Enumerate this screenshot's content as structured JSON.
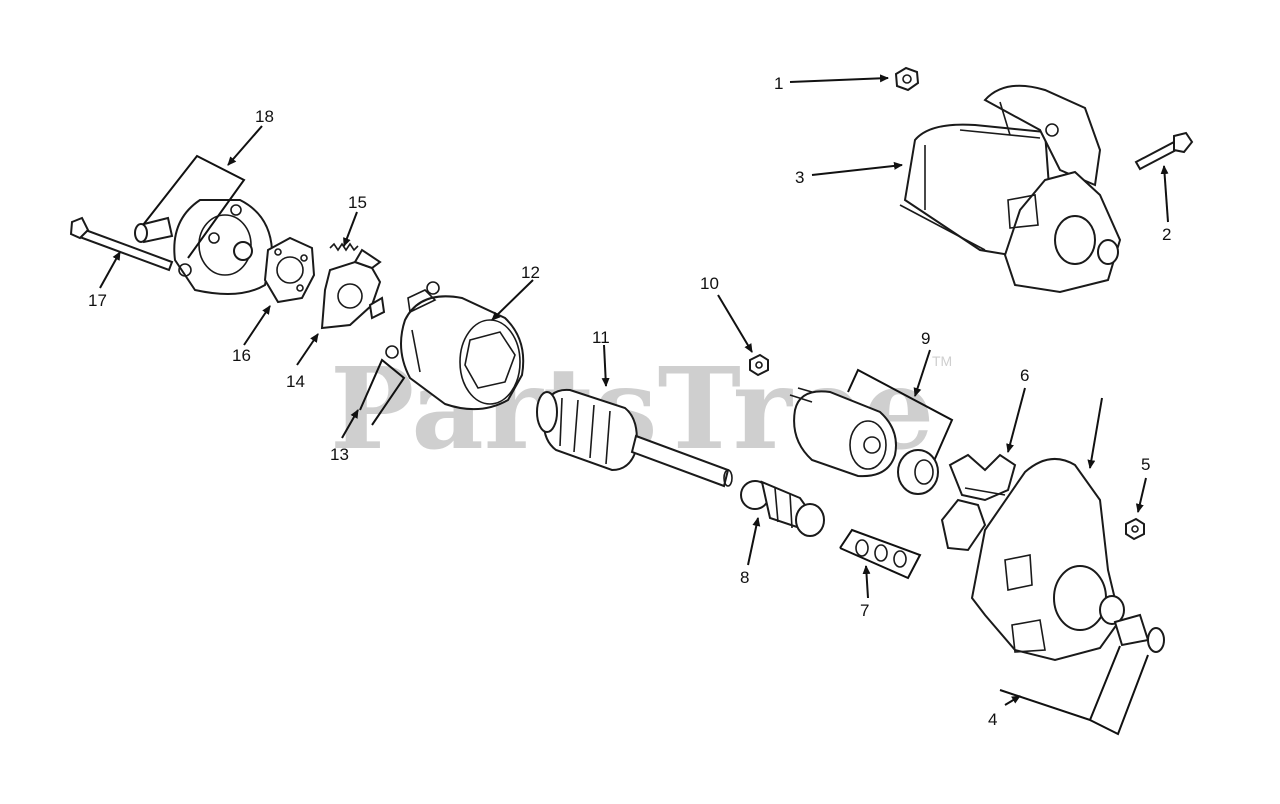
{
  "watermark": {
    "text": "PartsTree",
    "mark": "TM"
  },
  "callouts": [
    {
      "id": "1",
      "label": "1"
    },
    {
      "id": "2",
      "label": "2"
    },
    {
      "id": "3",
      "label": "3"
    },
    {
      "id": "4",
      "label": "4"
    },
    {
      "id": "5",
      "label": "5"
    },
    {
      "id": "6",
      "label": "6"
    },
    {
      "id": "7",
      "label": "7"
    },
    {
      "id": "8",
      "label": "8"
    },
    {
      "id": "9",
      "label": "9"
    },
    {
      "id": "10",
      "label": "10"
    },
    {
      "id": "11",
      "label": "11"
    },
    {
      "id": "12",
      "label": "12"
    },
    {
      "id": "13",
      "label": "13"
    },
    {
      "id": "14",
      "label": "14"
    },
    {
      "id": "15",
      "label": "15"
    },
    {
      "id": "16",
      "label": "16"
    },
    {
      "id": "17",
      "label": "17"
    },
    {
      "id": "18",
      "label": "18"
    }
  ],
  "colors": {
    "line": "#1a1a1a",
    "watermark": "#cfcfcf",
    "background": "#ffffff"
  }
}
